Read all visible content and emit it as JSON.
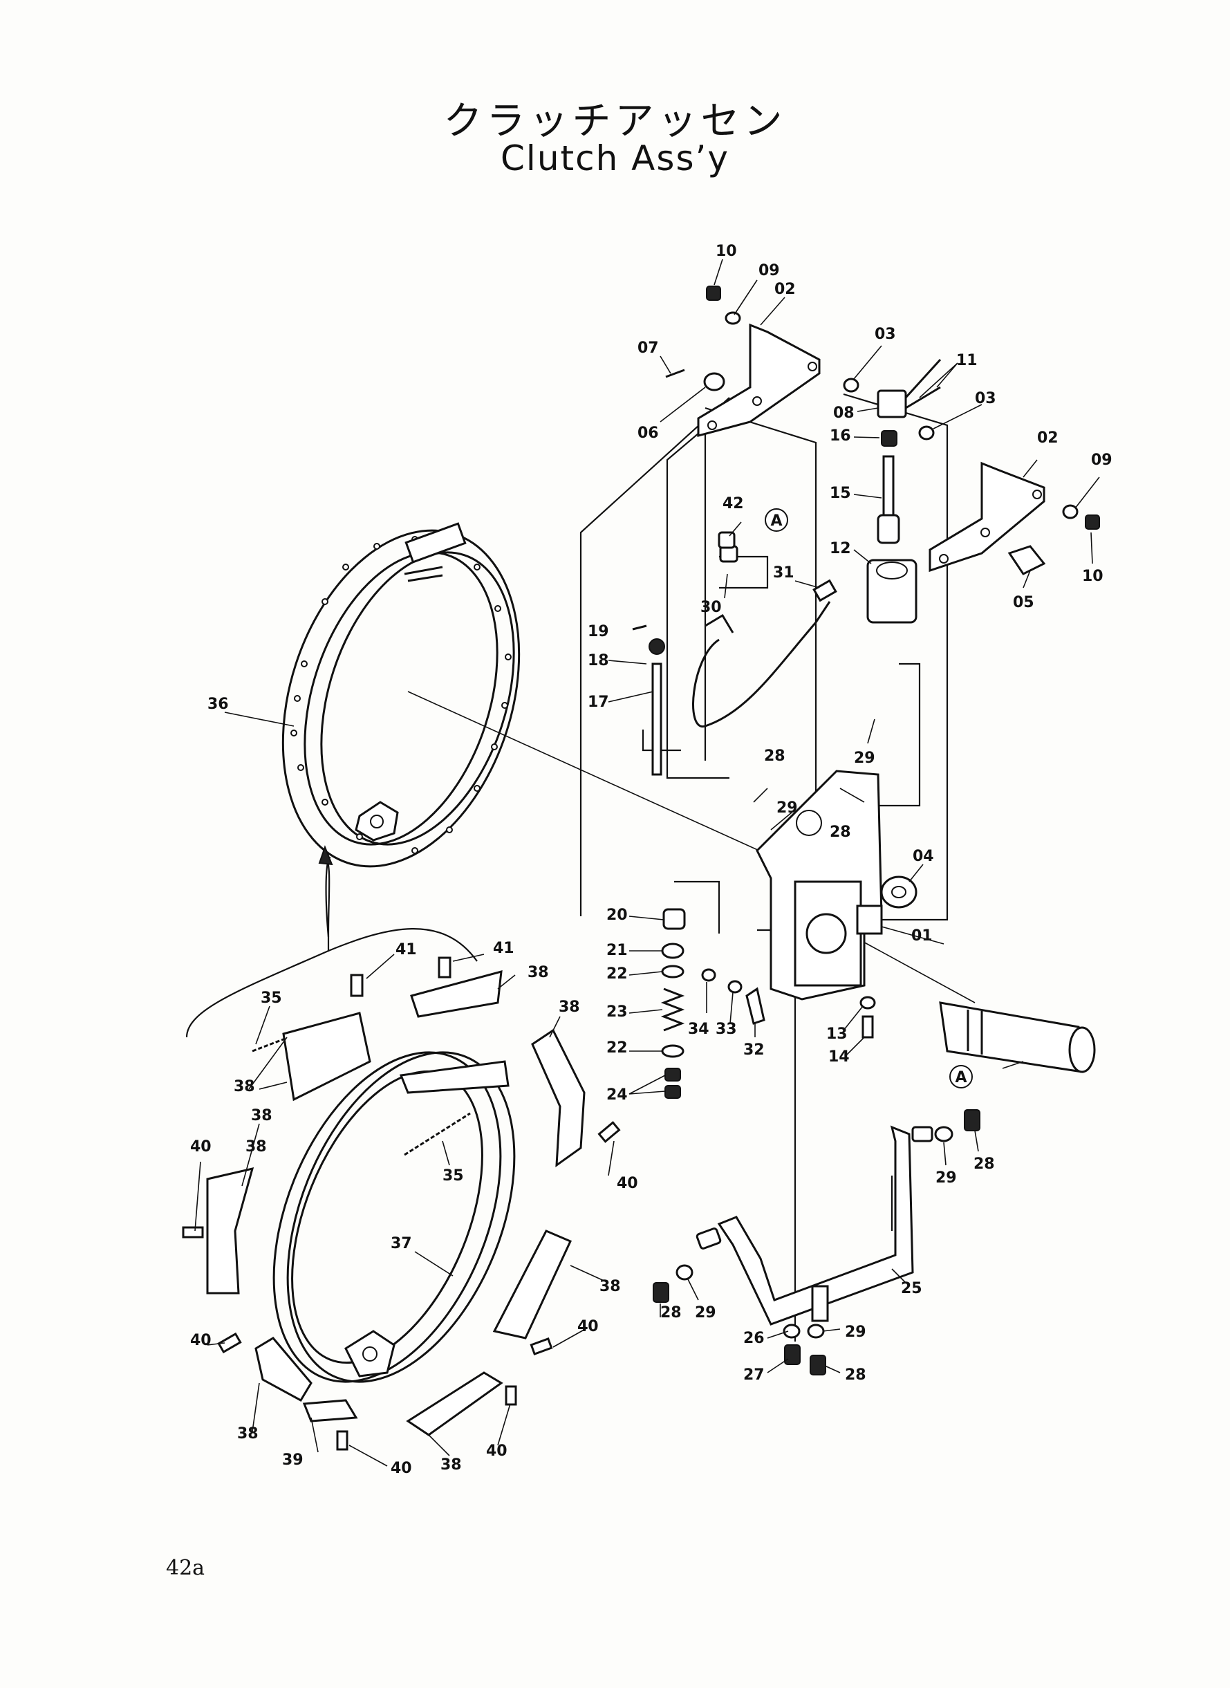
{
  "title": {
    "japanese": "クラッチアッセン",
    "english": "Clutch Ass’y"
  },
  "page_number": "42a",
  "reference_marker": "A",
  "part_labels": [
    "01",
    "02",
    "02",
    "03",
    "03",
    "04",
    "05",
    "06",
    "07",
    "08",
    "09",
    "09",
    "10",
    "10",
    "11",
    "12",
    "13",
    "14",
    "15",
    "16",
    "17",
    "18",
    "19",
    "20",
    "21",
    "22",
    "22",
    "23",
    "24",
    "25",
    "26",
    "27",
    "28",
    "28",
    "28",
    "28",
    "28",
    "29",
    "29",
    "29",
    "29",
    "29",
    "30",
    "31",
    "32",
    "33",
    "34",
    "35",
    "35",
    "36",
    "37",
    "38",
    "38",
    "38",
    "38",
    "38",
    "38",
    "38",
    "38",
    "39",
    "40",
    "40",
    "40",
    "40",
    "40",
    "40",
    "41",
    "41",
    "42"
  ]
}
